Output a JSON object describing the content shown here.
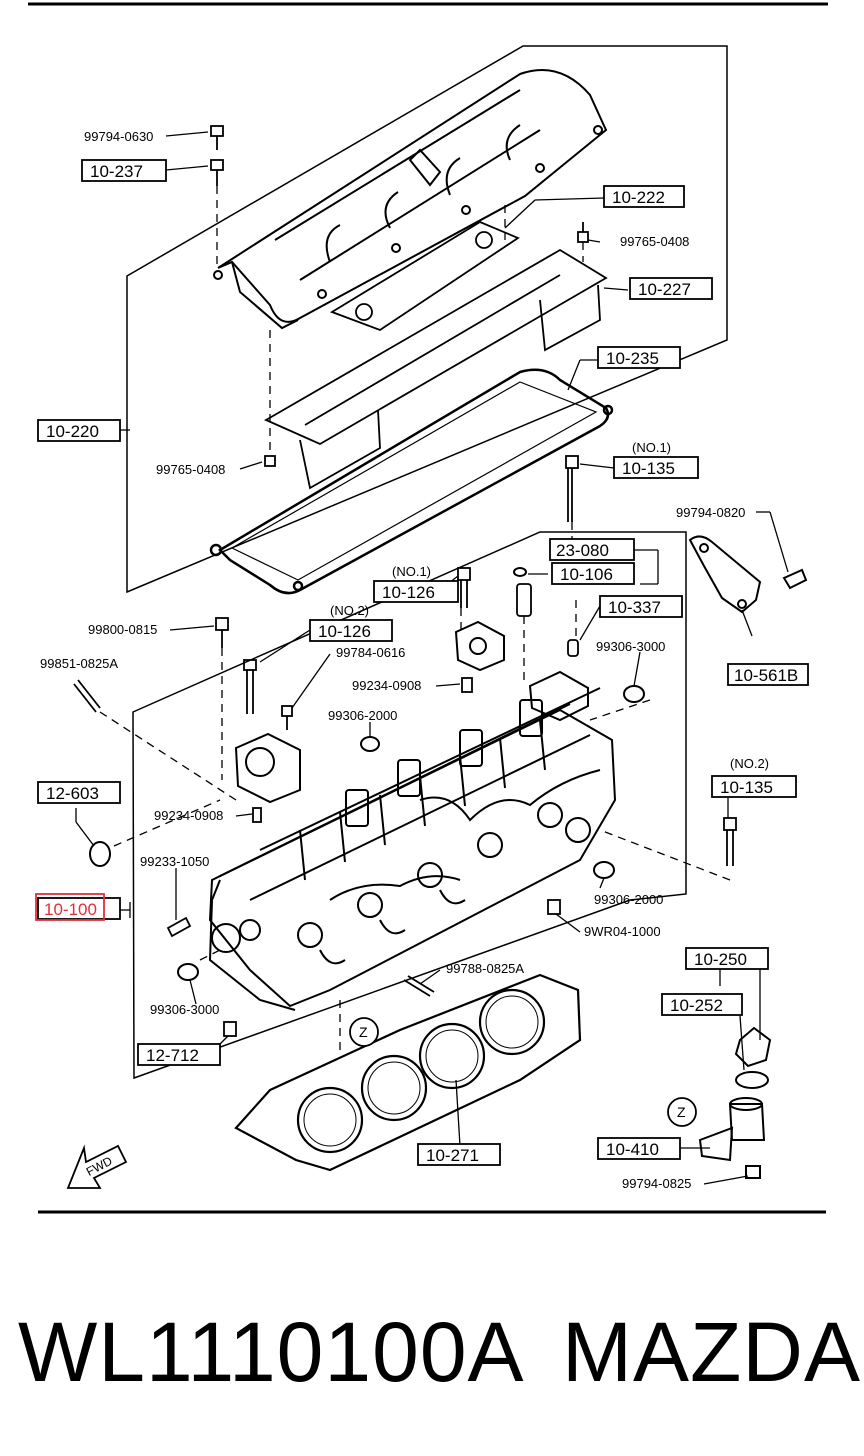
{
  "diagram": {
    "callouts": {
      "c_99794_0630": "99794-0630",
      "c_10_237": "10-237",
      "c_10_222": "10-222",
      "c_99765_0408_top": "99765-0408",
      "c_10_227": "10-227",
      "c_10_235": "10-235",
      "c_10_220": "10-220",
      "c_99765_0408_left": "99765-0408",
      "c_no1_a": "(NO.1)",
      "c_10_135_a": "10-135",
      "c_99794_0820": "99794-0820",
      "c_23_080": "23-080",
      "c_10_106": "10-106",
      "c_no1_b": "(NO.1)",
      "c_10_126_a": "10-126",
      "c_10_337": "10-337",
      "c_99800_0815": "99800-0815",
      "c_no2_a": "(NO.2)",
      "c_10_126_b": "10-126",
      "c_99784_0616": "99784-0616",
      "c_99306_3000_a": "99306-3000",
      "c_10_561b": "10-561B",
      "c_99851_0825a": "99851-0825A",
      "c_99234_0908_a": "99234-0908",
      "c_99306_2000_a": "99306-2000",
      "c_no2_b": "(NO.2)",
      "c_10_135_b": "10-135",
      "c_12_603": "12-603",
      "c_99234_0908_b": "99234-0908",
      "c_99233_1050": "99233-1050",
      "c_99306_2000_b": "99306-2000",
      "c_10_100": "10-100",
      "c_9wr04_1000": "9WR04-1000",
      "c_10_250": "10-250",
      "c_99788_0825a": "99788-0825A",
      "c_10_252": "10-252",
      "c_99306_3000_b": "99306-3000",
      "c_12_712": "12-712",
      "c_z_a": "Z",
      "c_z_b": "Z",
      "c_10_410": "10-410",
      "c_10_271": "10-271",
      "c_fwd": "FWD",
      "c_99794_0825": "99794-0825"
    },
    "highlight_color": "#e0303a"
  },
  "footer": {
    "part_number": "WL1110100A",
    "brand": "MAZDA"
  }
}
